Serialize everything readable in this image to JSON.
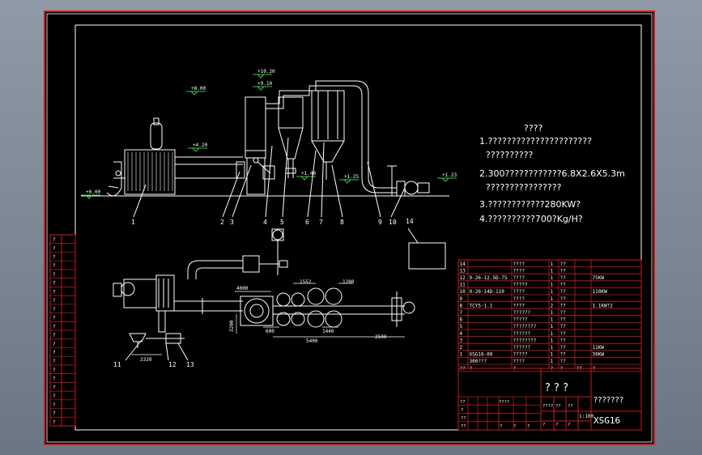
{
  "drawing": {
    "notes_title": "????",
    "notes": [
      "1.??????????????????????",
      "??????????",
      "2.300????????????6.8X2.6X5.3m",
      "????????????????",
      "3.????????????280KW?",
      "4.??????????700?Kg/H?"
    ],
    "elevations": [
      "+0.00",
      "+4.20",
      "+8.00",
      "+9.10",
      "+10.20",
      "+1.40",
      "+1.25",
      "+1.23"
    ],
    "balloons_elev": [
      "1",
      "2",
      "3",
      "4",
      "5",
      "6",
      "7",
      "8",
      "9",
      "10"
    ],
    "balloon_14": "14",
    "balloons_plan": [
      "11",
      "12",
      "13"
    ],
    "dims": [
      "4000",
      "1552",
      "1200",
      "3200",
      "600",
      "1440",
      "5400",
      "2500",
      "2320"
    ],
    "bom_rows": [
      [
        "14",
        "",
        "????",
        "1",
        "??",
        "",
        ""
      ],
      [
        "13",
        "",
        "????",
        "1",
        "??",
        "",
        ""
      ],
      [
        "12",
        "9-26-12.5D-75",
        "????",
        "1",
        "??",
        "",
        "75KW"
      ],
      [
        "11",
        "",
        "?????",
        "1",
        "??",
        "",
        ""
      ],
      [
        "10",
        "9-26-14D-110",
        "????",
        "1",
        "??",
        "",
        "110KW"
      ],
      [
        "9",
        "",
        "????",
        "1",
        "??",
        "",
        ""
      ],
      [
        "8",
        "TCY5-1.1",
        "????",
        "2",
        "??",
        "",
        "1.1KW?2"
      ],
      [
        "7",
        "",
        "??????",
        "1",
        "??",
        "",
        ""
      ],
      [
        "6",
        "",
        "?????",
        "1",
        "??",
        "",
        ""
      ],
      [
        "5",
        "",
        "????????",
        "1",
        "??",
        "",
        ""
      ],
      [
        "4",
        "",
        "??????",
        "1",
        "??",
        "",
        ""
      ],
      [
        "3",
        "",
        "????????",
        "1",
        "??",
        "",
        ""
      ],
      [
        "2",
        "",
        "??????",
        "1",
        "??",
        "",
        "11KW"
      ],
      [
        "1",
        "XSG16-00",
        "?????",
        "1",
        "??",
        "",
        "30KW"
      ],
      [
        "",
        "300???",
        "????",
        "1",
        "??",
        "",
        ""
      ]
    ],
    "bom_header": [
      "??",
      "?",
      "?",
      "?",
      "?",
      "??",
      "?"
    ],
    "title_block": {
      "big_title": "? ? ?",
      "company": "???????",
      "drawing_no": "XSG16",
      "scale": "1:100",
      "cells": [
        "??",
        "????",
        "????",
        "??",
        "??",
        "?",
        "??",
        "??",
        "?",
        "?",
        "?",
        "?",
        "?",
        "?"
      ]
    },
    "side_strip": [
      "?",
      "?",
      "?",
      "?",
      "?",
      "?",
      "?",
      "?",
      "?",
      "?",
      "?",
      "?",
      "?",
      "?",
      "?",
      "?",
      "?",
      "?",
      "?",
      "?",
      "?",
      "?"
    ]
  }
}
